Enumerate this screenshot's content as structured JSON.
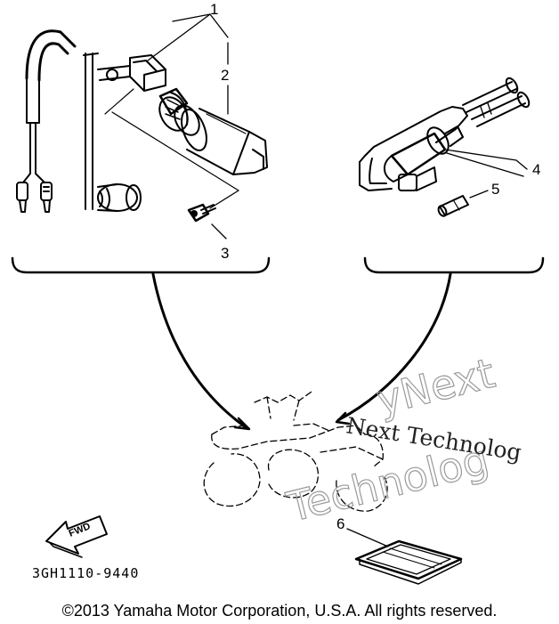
{
  "callouts": {
    "c1": "1",
    "c2": "2",
    "c3": "3",
    "c4": "4",
    "c5": "5",
    "c6": "6"
  },
  "fwd_label": "FWD",
  "part_code": "3GH1110-9440",
  "watermark": {
    "hollow_line1": "yNext",
    "hollow_line2": "Technolog",
    "solid_line": "Next Technolog"
  },
  "copyright": "©2013 Yamaha Motor Corporation, U.S.A. All rights reserved."
}
